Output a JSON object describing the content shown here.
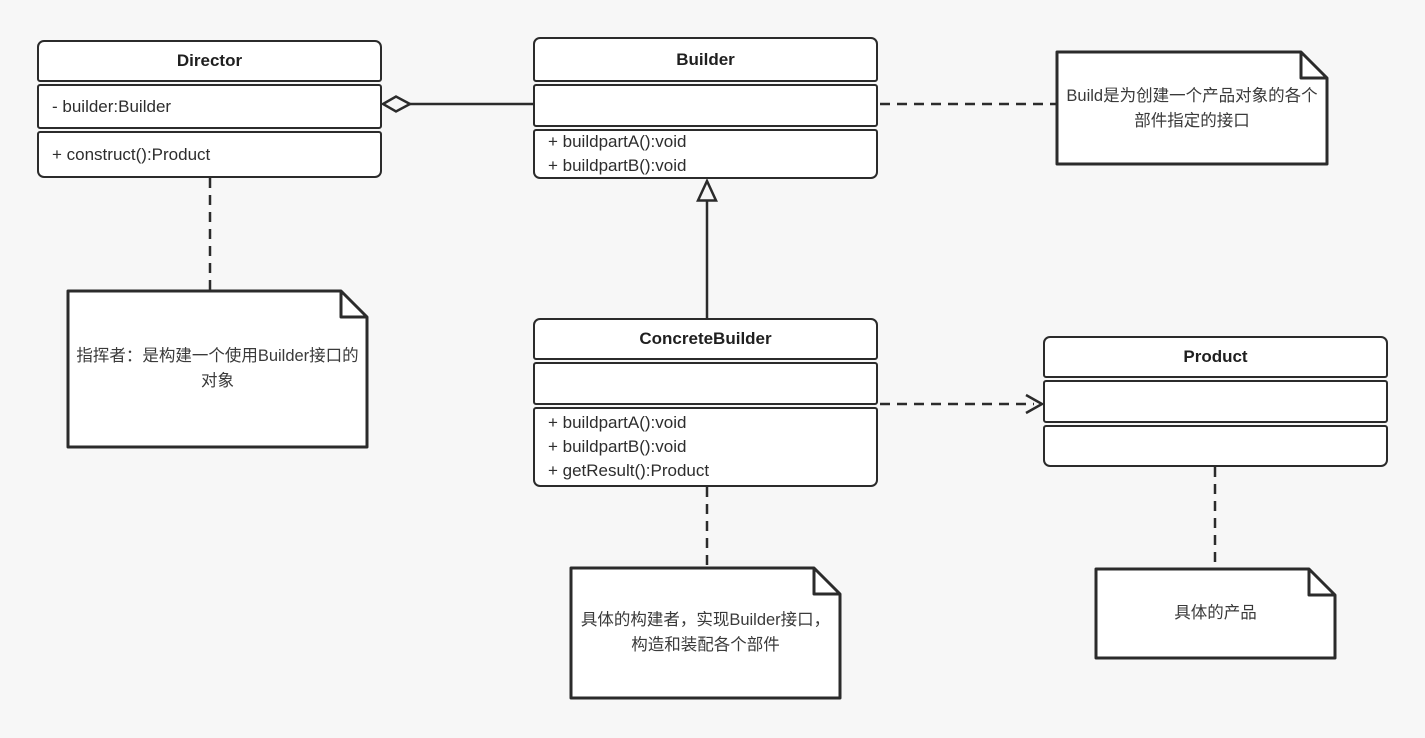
{
  "diagram": {
    "type": "uml-class-diagram",
    "subject": "Builder pattern"
  },
  "colors": {
    "background": "#f7f7f7",
    "shape_fill": "#ffffff",
    "stroke": "#2b2b2b",
    "text": "#2d2d2d"
  },
  "classes": {
    "director": {
      "title": "Director",
      "attributes": [
        "- builder:Builder"
      ],
      "methods": [
        "+ construct():Product"
      ]
    },
    "builder": {
      "title": "Builder",
      "attributes": [],
      "methods": [
        "+ buildpartA():void",
        "+ buildpartB():void"
      ]
    },
    "concrete_builder": {
      "title": "ConcreteBuilder",
      "attributes": [],
      "methods": [
        "+ buildpartA():void",
        "+ buildpartB():void",
        "+ getResult():Product"
      ]
    },
    "product": {
      "title": "Product",
      "attributes": [],
      "methods": []
    }
  },
  "notes": {
    "builder_note": "Build是为创建一个产品对象的各个部件指定的接口",
    "director_note": "指挥者：是构建一个使用Builder接口的对象",
    "concrete_builder_note": "具体的构建者，实现Builder接口，构造和装配各个部件",
    "product_note": "具体的产品"
  },
  "relations": {
    "director_builder": "aggregation",
    "concretebuilder_builder": "generalization",
    "concretebuilder_product": "dependency"
  }
}
